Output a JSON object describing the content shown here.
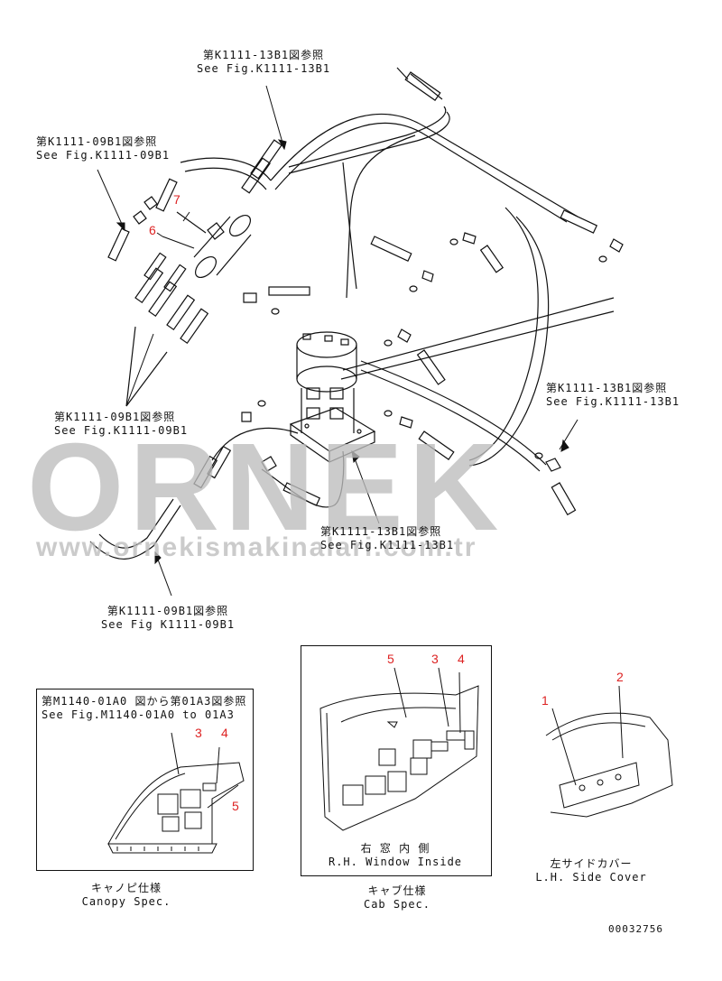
{
  "labels": {
    "ref_top": {
      "jp": "第K1111-13B1図参照",
      "en": "See Fig.K1111-13B1"
    },
    "ref_left": {
      "jp": "第K1111-09B1図参照",
      "en": "See Fig.K1111-09B1"
    },
    "ref_mid_left": {
      "jp": "第K1111-09B1図参照",
      "en": "See Fig.K1111-09B1"
    },
    "ref_right": {
      "jp": "第K1111-13B1図参照",
      "en": "See Fig.K1111-13B1"
    },
    "ref_center": {
      "jp": "第K1111-13B1図参照",
      "en": "See Fig.K1111-13B1"
    },
    "ref_bottom": {
      "jp": "第K1111-09B1図参照",
      "en": "See Fig K1111-09B1"
    }
  },
  "part_numbers": {
    "main_7": "7",
    "main_6": "6",
    "canopy_3": "3",
    "canopy_4": "4",
    "canopy_5": "5",
    "cab_5": "5",
    "cab_3": "3",
    "cab_4": "4",
    "cover_1": "1",
    "cover_2": "2"
  },
  "insets": {
    "canopy": {
      "header_jp": "第M1140-01A0 図から第01A3図参照",
      "header_en": "See Fig.M1140-01A0 to 01A3",
      "caption_jp": "キャノピ仕様",
      "caption_en": "Canopy Spec."
    },
    "cab": {
      "sub_jp": "右 窓 内 側",
      "sub_en": "R.H. Window Inside",
      "caption_jp": "キャブ仕様",
      "caption_en": "Cab Spec."
    },
    "cover": {
      "caption_jp": "左サイドカバー",
      "caption_en": "L.H. Side Cover"
    }
  },
  "watermark": {
    "brand": "ORNEK",
    "url": "www.ornekismakinalari.com.tr"
  },
  "drawing_number": "00032756",
  "colors": {
    "line": "#111111",
    "callout": "#dd2222",
    "watermark": "#bdbdbd"
  }
}
